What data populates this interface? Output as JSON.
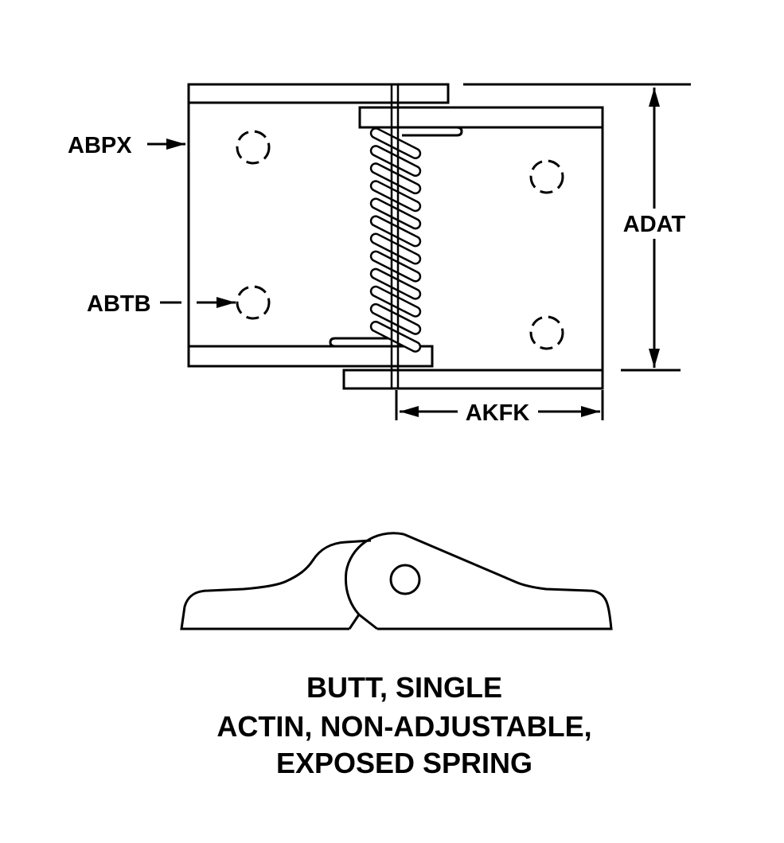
{
  "labels": {
    "abpx": "ABPX",
    "abtb": "ABTB",
    "adat": "ADAT",
    "akfk": "AKFK"
  },
  "caption": {
    "line1": "BUTT, SINGLE",
    "line2": "ACTIN, NON-ADJUSTABLE,",
    "line3": "EXPOSED SPRING"
  },
  "spring_coil_count": 12
}
